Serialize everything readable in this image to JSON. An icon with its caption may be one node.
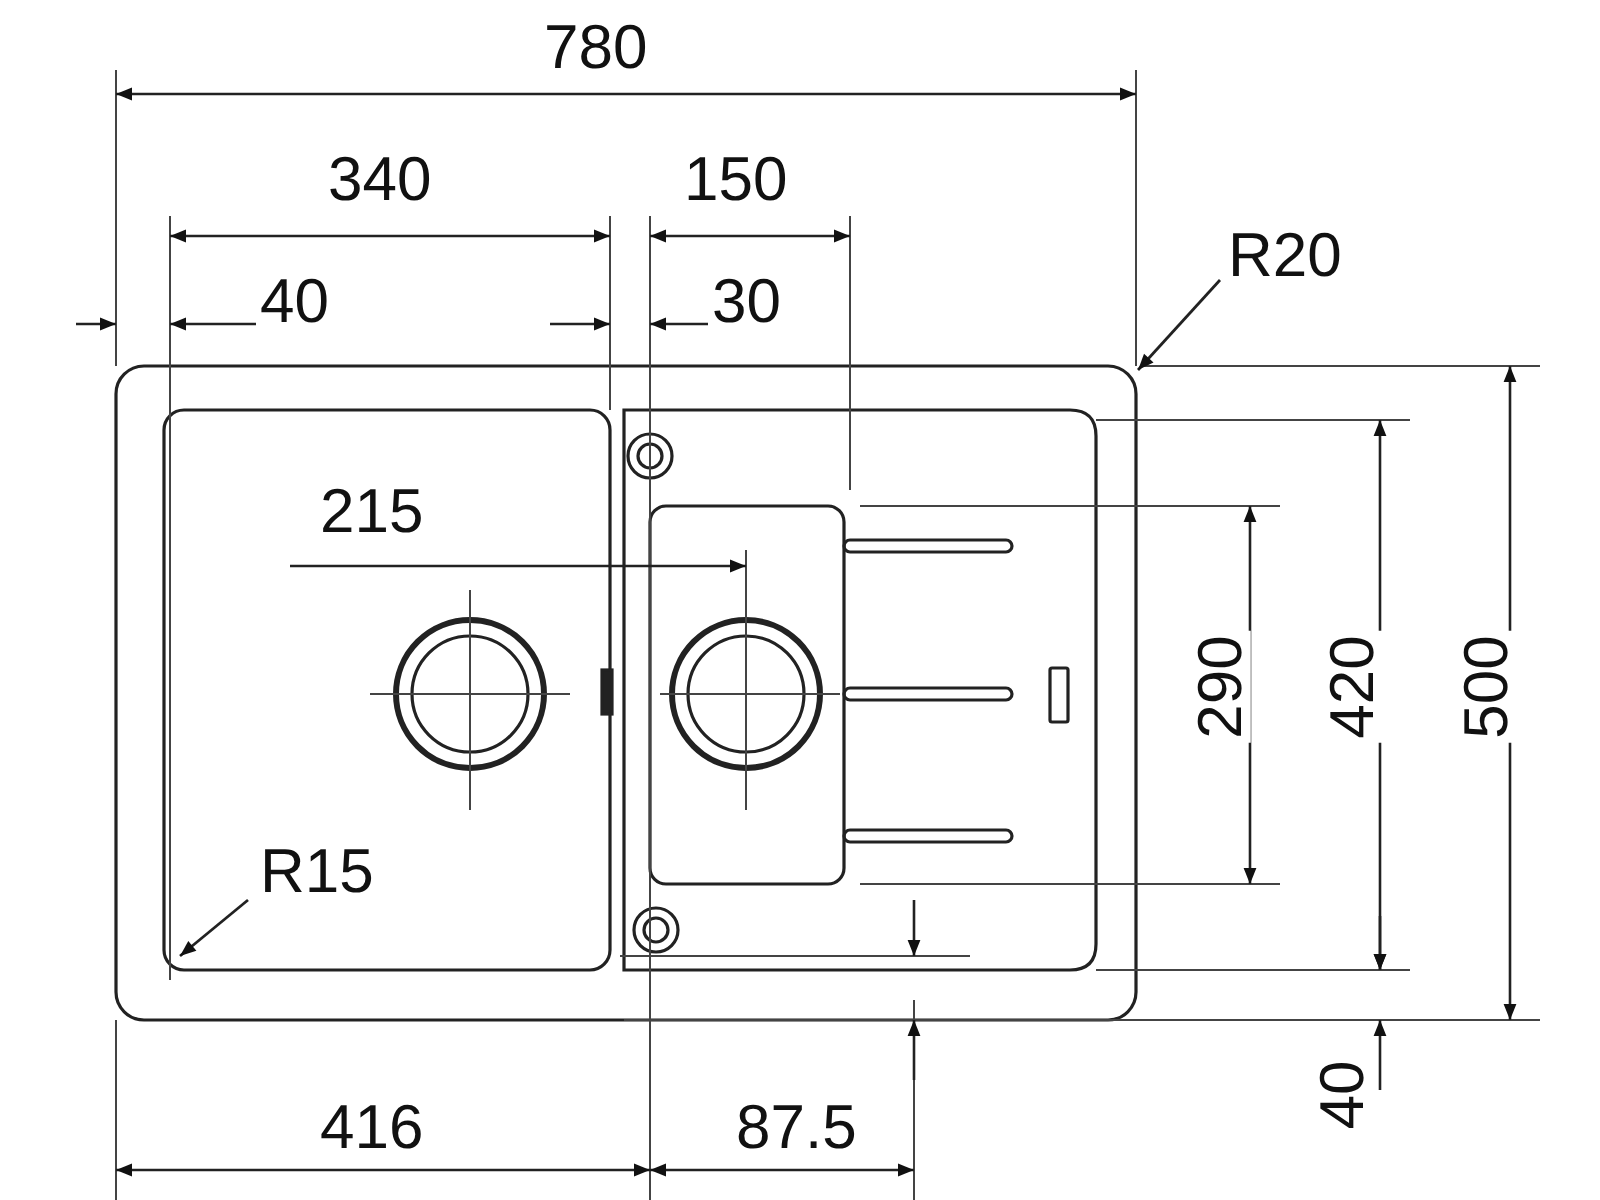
{
  "diagram": {
    "nodes": [
      {
        "text": [
          "R20"
        ]
      },
      {
        "text": [
          "R15"
        ]
      }
    ],
    "edges": [
      {
        "from": 0,
        "to": null,
        "arrow": "to"
      },
      {
        "from": 1,
        "to": null,
        "arrow": "to"
      }
    ],
    "labels": [
      "780",
      "340",
      "150",
      "40",
      "30",
      "215",
      "290",
      "420",
      "500",
      "40",
      "416",
      "87.5"
    ]
  }
}
